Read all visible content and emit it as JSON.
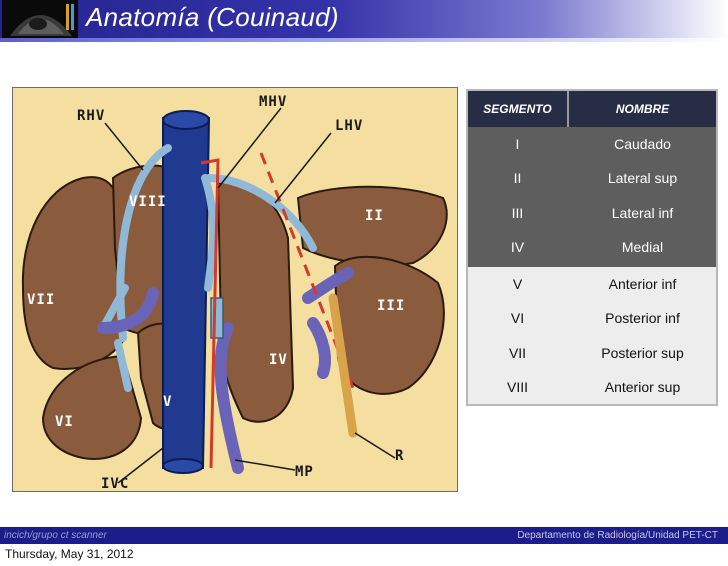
{
  "header": {
    "title": "Anatomía (Couinaud)"
  },
  "diagram": {
    "labels": {
      "rhv": "RHV",
      "mhv": "MHV",
      "lhv": "LHV",
      "viii": "VIII",
      "ii": "II",
      "vii": "VII",
      "iii": "III",
      "iv": "IV",
      "v": "V",
      "vi": "VI",
      "r": "R",
      "ivc": "IVC",
      "mp": "MP"
    },
    "colors": {
      "background": "#f4dfa1",
      "liver": "#8a5a3c",
      "hepatic_vein": "#8fb9d6",
      "ivc": "#1f3a8f",
      "portal_vein": "#6a64b8",
      "ligament": "#d23a2a",
      "round_ligament": "#d9a34a"
    }
  },
  "table": {
    "headers": {
      "segment": "SEGMENTO",
      "name": "NOMBRE"
    },
    "rows": [
      {
        "segment": "I",
        "name": "Caudado"
      },
      {
        "segment": "II",
        "name": "Lateral sup"
      },
      {
        "segment": "III",
        "name": "Lateral inf"
      },
      {
        "segment": "IV",
        "name": "Medial"
      },
      {
        "segment": "V",
        "name": "Anterior inf"
      },
      {
        "segment": "VI",
        "name": "Posterior inf"
      },
      {
        "segment": "VII",
        "name": "Posterior sup"
      },
      {
        "segment": "VIII",
        "name": "Anterior sup"
      }
    ]
  },
  "footer": {
    "left": "incich/grupo ct scanner",
    "right": "Departamento de Radiología/Unidad PET-CT"
  },
  "date": "Thursday, May 31, 2012"
}
